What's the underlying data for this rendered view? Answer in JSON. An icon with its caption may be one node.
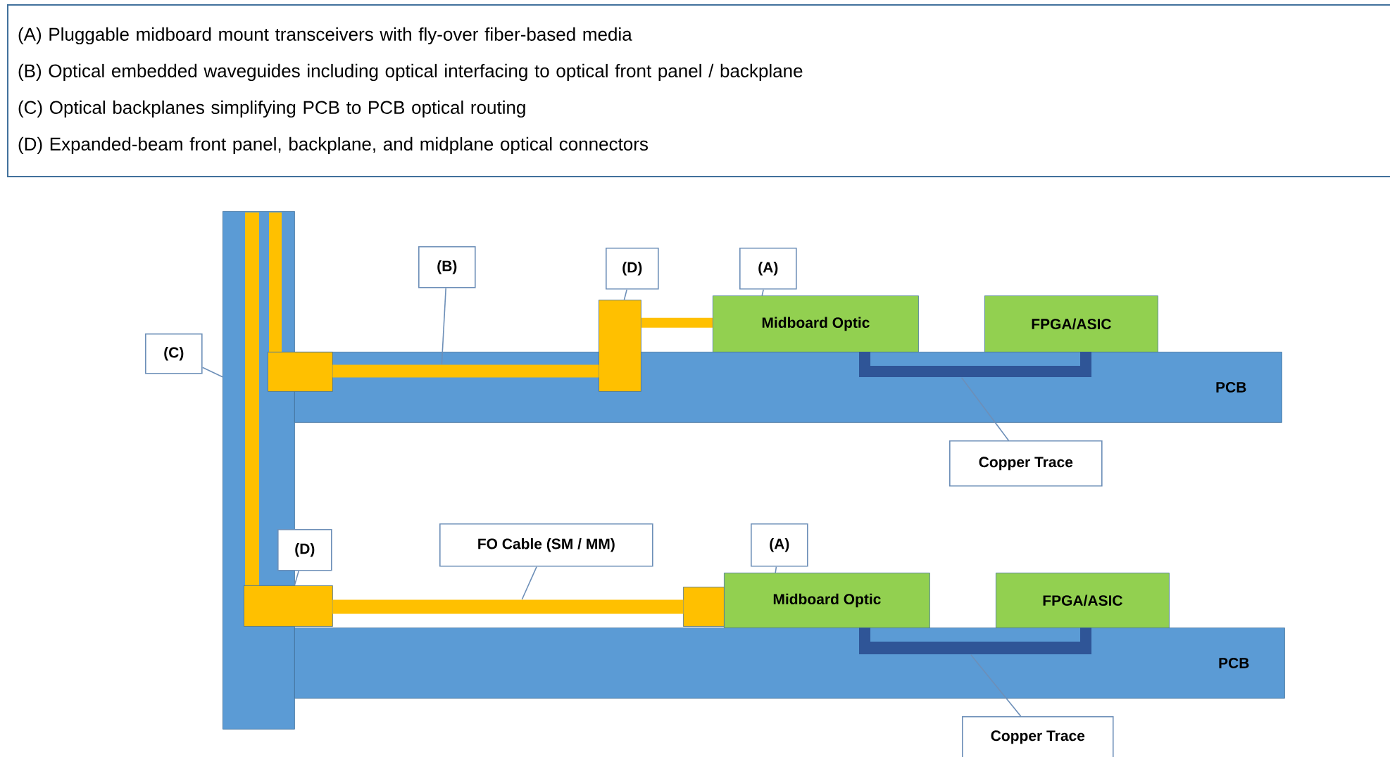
{
  "diagram": {
    "nodes": [
      {
        "text": [
          "(A) Pluggable midboard mount transceivers with fly-over fiber-based media",
          "(B) Optical embedded waveguides including optical interfacing to optical front panel / backplane",
          "(C) Optical backplanes simplifying PCB to PCB optical routing",
          "(D) Expanded-beam front panel, backplane, and midplane optical connectors"
        ]
      },
      {
        "text": [],
        "shape": "bar"
      },
      {
        "text": [
          "PCB"
        ]
      },
      {
        "text": [
          "PCB"
        ]
      },
      {
        "text": [
          "Midboard Optic"
        ]
      },
      {
        "text": [
          "FPGA/ASIC"
        ]
      },
      {
        "text": [
          "Midboard Optic"
        ]
      },
      {
        "text": [
          "FPGA/ASIC"
        ]
      },
      {
        "text": [],
        "shape": "box"
      },
      {
        "text": [],
        "shape": "box"
      },
      {
        "text": [],
        "shape": "box"
      },
      {
        "text": [],
        "shape": "box"
      },
      {
        "text": [],
        "shape": "bar",
        "in": 2
      },
      {
        "text": [],
        "shape": "bar",
        "in": 2
      },
      {
        "text": [],
        "shape": "bar",
        "in": 3
      },
      {
        "text": [
          "(B)"
        ]
      },
      {
        "text": [
          "(D)"
        ]
      },
      {
        "text": [
          "(A)"
        ]
      },
      {
        "text": [
          "(C)"
        ]
      },
      {
        "text": [
          "(D)"
        ]
      },
      {
        "text": [
          "FO Cable (SM / MM)"
        ]
      },
      {
        "text": [
          "(A)"
        ]
      },
      {
        "text": [
          "Copper Trace"
        ]
      },
      {
        "text": [
          "Copper Trace"
        ]
      },
      {
        "text": [],
        "shape": "bar"
      }
    ],
    "edges": [
      {
        "from": 15,
        "to": 12,
        "arrow": "none"
      },
      {
        "from": 16,
        "to": 9,
        "arrow": "none"
      },
      {
        "from": 17,
        "to": 4,
        "arrow": "none"
      },
      {
        "from": 18,
        "to": 1,
        "arrow": "none"
      },
      {
        "from": 19,
        "to": 10,
        "arrow": "none"
      },
      {
        "from": 20,
        "to": 24,
        "arrow": "none"
      },
      {
        "from": 21,
        "to": 6,
        "arrow": "none"
      },
      {
        "from": 22,
        "to": 13,
        "arrow": "none"
      },
      {
        "from": 23,
        "to": 14,
        "arrow": "none"
      },
      {
        "from": 9,
        "to": 4,
        "arrow": "none",
        "style": "thick",
        "color": "#ffc000"
      }
    ]
  }
}
